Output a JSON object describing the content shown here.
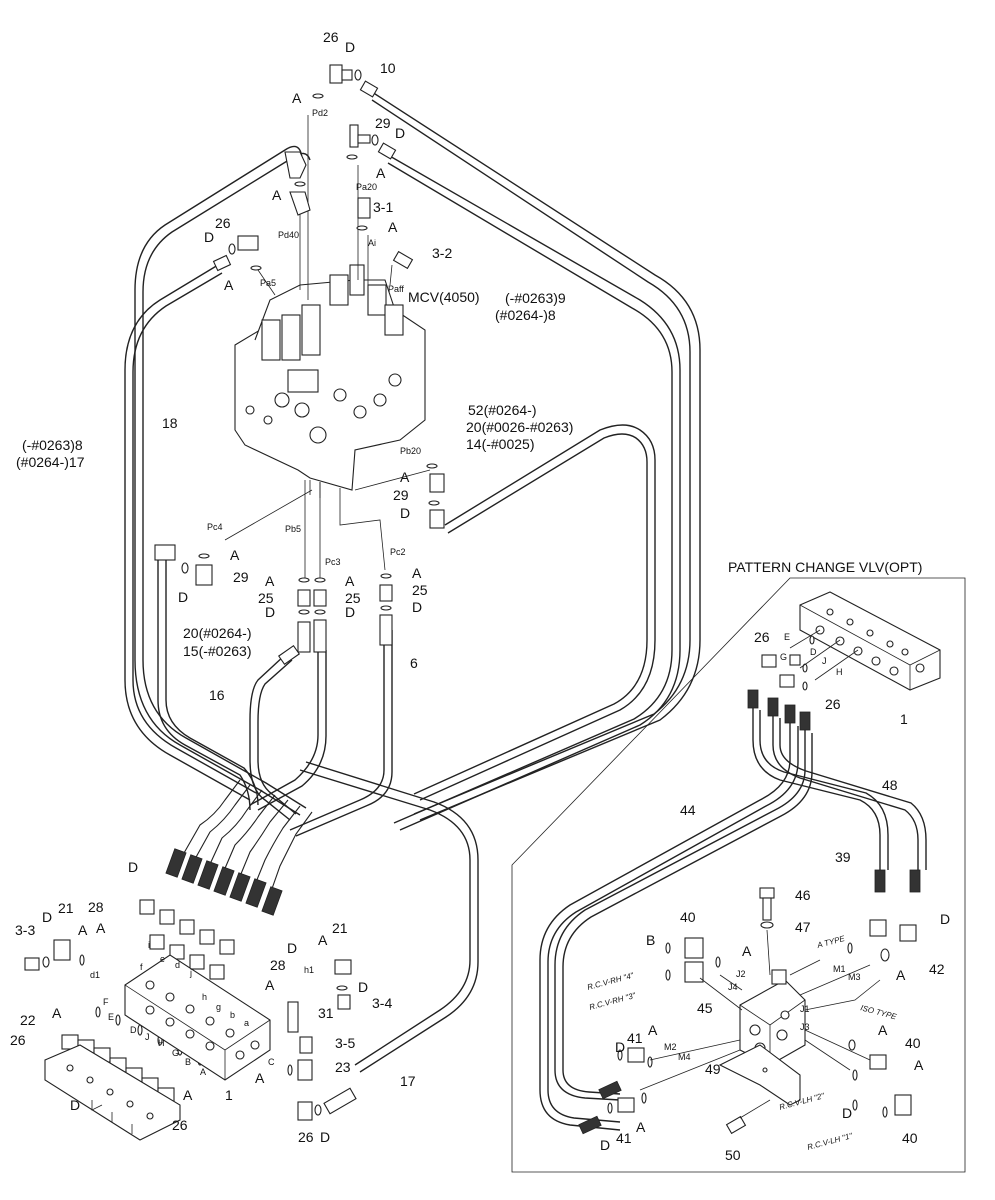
{
  "main_labels": {
    "p26_top": "26",
    "d_top": "D",
    "p10": "10",
    "a_top": "A",
    "pd2": "Pd2",
    "p29_top": "29",
    "d_29": "D",
    "a_29": "A",
    "pa20": "Pa20",
    "a_left": "A",
    "p3_1": "3-1",
    "a_31": "A",
    "ai": "Ai",
    "p26_left": "26",
    "d_left": "D",
    "pd40": "Pd40",
    "p3_2": "3-2",
    "a_pa5": "A",
    "pa5": "Pa5",
    "paff": "Paff",
    "mcv": "MCV(4050)",
    "p9": "(-#0263)9",
    "p8b": "(#0264-)8",
    "p18": "18",
    "p8a": "(-#0263)8",
    "p17a": "(#0264-)17",
    "p52": "52(#0264-)",
    "p20a": "20(#0026-#0263)",
    "p14": "14(-#0025)",
    "pb20": "Pb20",
    "a_pb20": "A",
    "p29_r": "29",
    "d_pb20": "D",
    "pc4": "Pc4",
    "pb5": "Pb5",
    "pc3": "Pc3",
    "pc2": "Pc2",
    "a_pc4": "A",
    "p29_pc4": "29",
    "d_pc4": "D",
    "a_pb5": "A",
    "a_pc3": "A",
    "a_pc2": "A",
    "p25_a": "25",
    "p25_b": "25",
    "p25_c": "25",
    "d_pb5": "D",
    "d_pc3": "D",
    "d_pc2": "D",
    "p20b": "20(#0264-)",
    "p15": "15(-#0263)",
    "p6": "6",
    "p16": "16",
    "p28a": "28",
    "d_bank": "D",
    "a_bank1": "A",
    "a_bank2": "A",
    "d_bank2": "D",
    "p28b": "28",
    "p3_3": "3-3",
    "d_33": "D",
    "p21a": "21",
    "a_21a": "A",
    "d1": "d1",
    "p21b": "21",
    "a_21b": "A",
    "h1": "h1",
    "d_34": "D",
    "p3_4": "3-4",
    "p31": "31",
    "p3_5": "3-5",
    "p23": "23",
    "a_23": "A",
    "p22": "22",
    "a_22": "A",
    "p26_bl": "26",
    "d_bl": "D",
    "a_bl": "A",
    "p26_br": "26",
    "p1_main": "1",
    "p17b": "17",
    "p26_b": "26",
    "d_b": "D"
  },
  "ports": {
    "f": "F",
    "e": "E",
    "d": "D",
    "j": "J",
    "h": "H",
    "g": "G",
    "b": "B",
    "a": "A",
    "c": "C",
    "li": "i",
    "le": "e",
    "ld": "d",
    "lj": "j",
    "lf": "f",
    "lh": "h",
    "lg": "g",
    "lb": "b",
    "la": "a"
  },
  "inset": {
    "title": "PATTERN CHANGE VLV(OPT)",
    "p26a": "26",
    "p26b": "26",
    "p1": "1",
    "pe": "E",
    "pd": "D",
    "pj": "J",
    "ph": "H",
    "pg": "G",
    "p48": "48",
    "p44": "44",
    "p39": "39",
    "d_39": "D",
    "p46": "46",
    "p47": "47",
    "p40a": "40",
    "b": "B",
    "a1": "A",
    "atype": "A TYPE",
    "m1": "M1",
    "m3": "M3",
    "a2": "A",
    "p42": "42",
    "rc_rh4": "R.C.V-RH \"4\"",
    "rc_rh3": "R.C.V-RH \"3\"",
    "j2": "J2",
    "j4": "J4",
    "p45": "45",
    "isotype": "ISO TYPE",
    "j1": "J1",
    "j3": "J3",
    "a3": "A",
    "d2": "D",
    "p41a": "41",
    "a4": "A",
    "m2": "M2",
    "m4": "M4",
    "p40b": "40",
    "a5": "A",
    "p49": "49",
    "rc_lh2": "R.C.V-LH \"2\"",
    "rc_lh1": "R.C.V-LH \"1\"",
    "d3": "D",
    "p41b": "41",
    "a6": "A",
    "d4": "D",
    "p40c": "40",
    "p50": "50"
  }
}
